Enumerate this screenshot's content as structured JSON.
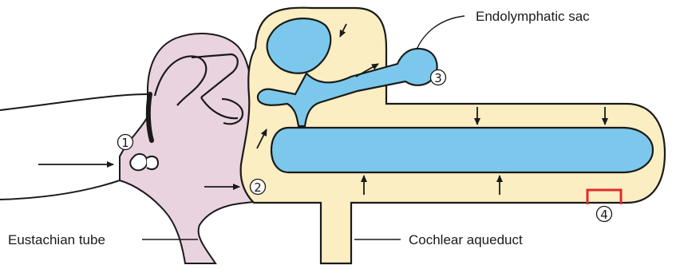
{
  "labels": {
    "endolymphatic_sac": "Endolymphatic sac",
    "eustachian_tube": "Eustachian tube",
    "cochlear_aqueduct": "Cochlear aqueduct"
  },
  "markers": {
    "m1": "1",
    "m2": "2",
    "m3": "3",
    "m4": "4"
  },
  "colors": {
    "perilymph": "#fbeec2",
    "endolymph": "#7cc8ec",
    "middle_ear": "#e9d3df",
    "outline": "#1a1a1a",
    "highlight": "#e32b2b"
  }
}
